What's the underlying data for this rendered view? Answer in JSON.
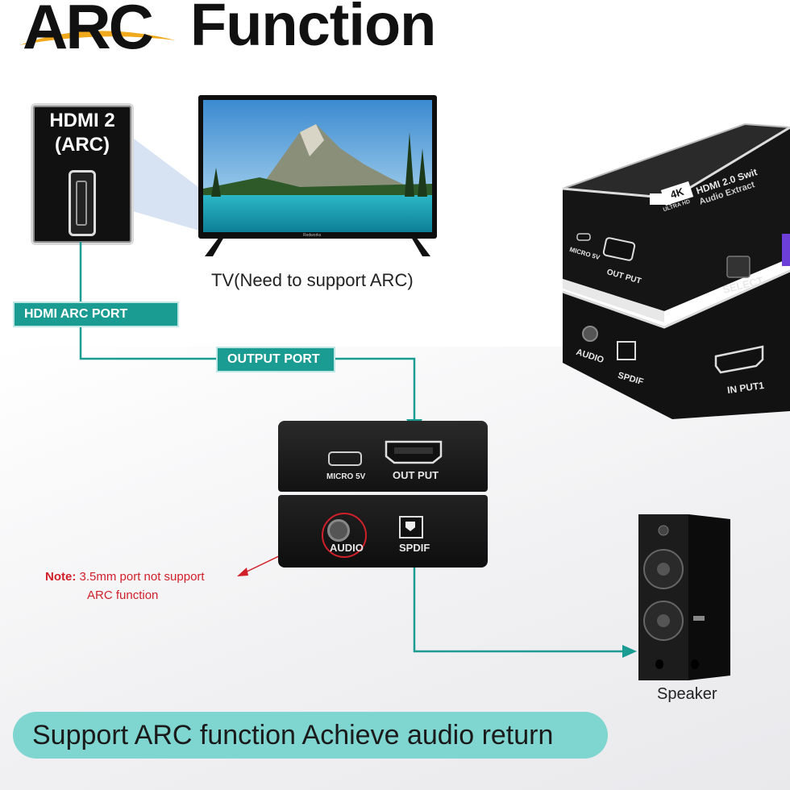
{
  "title": {
    "arc": "ARC",
    "function": "Function"
  },
  "hdmi_card": {
    "line1": "HDMI 2",
    "line2": "(ARC)"
  },
  "tv": {
    "brand": "Redworks",
    "caption": "TV(Need to support ARC)"
  },
  "tags": {
    "hdmi_arc_port": "HDMI ARC PORT",
    "output_port": "OUTPUT PORT"
  },
  "extractor": {
    "micro5v": "MICRO 5V",
    "output": "OUT PUT",
    "audio": "AUDIO",
    "spdif": "SPDIF"
  },
  "note": {
    "label": "Note:",
    "text1": "3.5mm port not support",
    "text2": "ARC function"
  },
  "speaker": {
    "caption": "Speaker"
  },
  "banner": {
    "text": "Support ARC function Achieve audio return"
  },
  "switch_device": {
    "badge": "4K",
    "name1": "HDMI 2.0 Swit",
    "name2": "Audio Extract",
    "small": "ULTRA HD",
    "micro5v": "MICRO 5V",
    "output": "OUT PUT",
    "select": "SELECT",
    "audio": "AUDIO",
    "spdif": "SPDIF",
    "input1": "IN PUT1"
  },
  "colors": {
    "teal": "#1a9c92",
    "banner": "#7fd6d1",
    "note_red": "#d0202a",
    "connector": "#1a9c92"
  }
}
